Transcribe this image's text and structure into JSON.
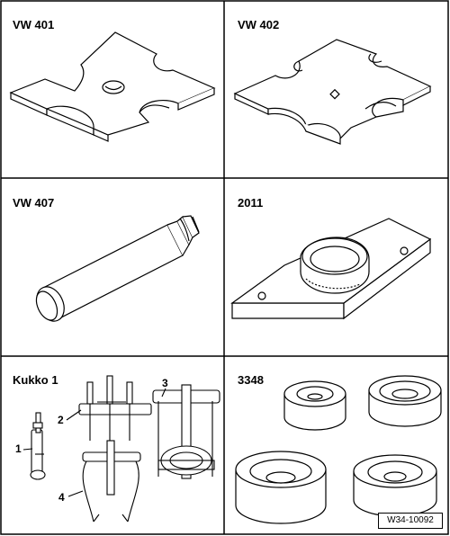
{
  "panels": [
    {
      "label": "VW 401"
    },
    {
      "label": "VW 402"
    },
    {
      "label": "VW 407"
    },
    {
      "label": "2011"
    },
    {
      "label": "Kukko 1"
    },
    {
      "label": "3348"
    }
  ],
  "kukko_callouts": [
    "1",
    "2",
    "3",
    "4"
  ],
  "figure_ref": "W34-10092"
}
